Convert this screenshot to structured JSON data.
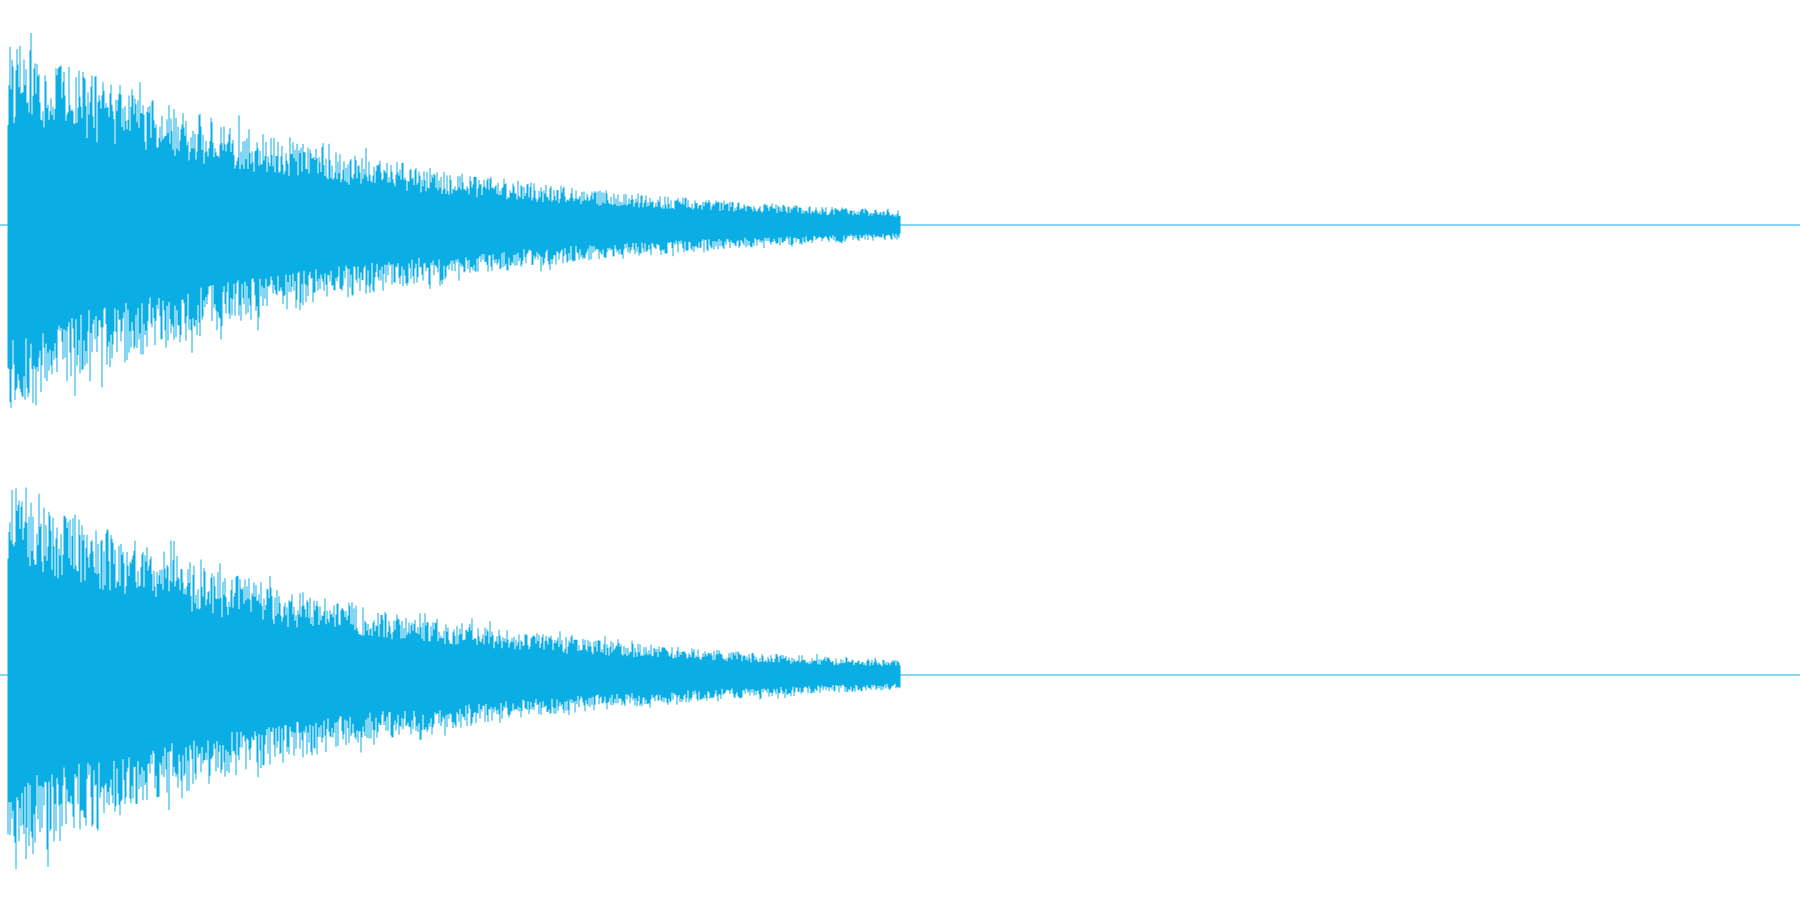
{
  "waveform": {
    "color": "#0aaee4",
    "background": "#ffffff",
    "channels": [
      {
        "id": "left"
      },
      {
        "id": "right"
      }
    ],
    "envelope": {
      "attack_peak": 0.95,
      "decay_rate": 5.2,
      "tail_end_fraction": 0.5
    }
  }
}
